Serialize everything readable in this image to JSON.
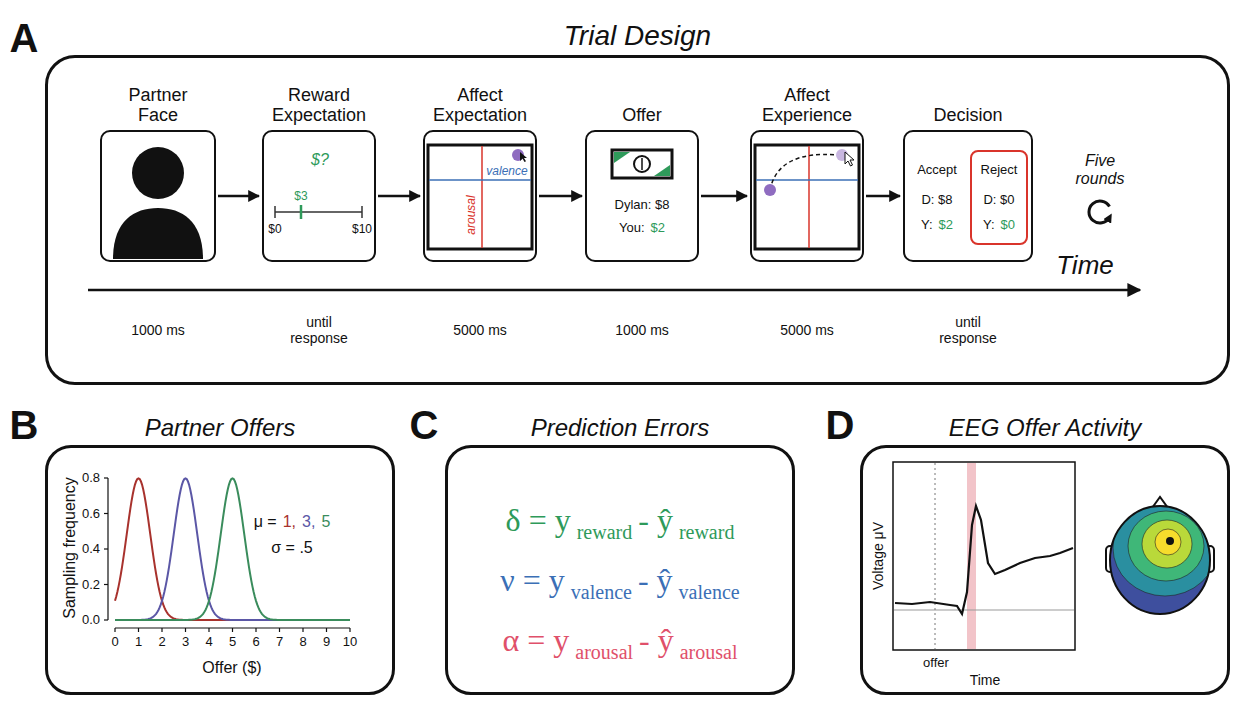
{
  "diagram": {
    "nodes": [
      {
        "text": [
          "Trial Design"
        ]
      },
      {
        "text": [
          "Partner Face"
        ],
        "in": 0
      },
      {
        "text": [
          "Reward Expectation",
          "$?",
          "$3",
          "$0",
          "$10"
        ],
        "in": 0
      },
      {
        "text": [
          "Affect Expectation",
          "valence",
          "arousal"
        ],
        "in": 0
      },
      {
        "text": [
          "Offer",
          "Dylan: $8",
          "You:",
          "$2"
        ],
        "in": 0
      },
      {
        "text": [
          "Affect Experience"
        ],
        "in": 0
      },
      {
        "text": [
          "Decision",
          "Accept",
          "D: $8",
          "Y:",
          "$2"
        ],
        "in": 0
      },
      {
        "text": [
          "Reject",
          "D: $0",
          "Y:",
          "$0"
        ],
        "in": 6
      },
      {
        "text": [
          "Partner Offers"
        ]
      },
      {
        "text": [
          "Prediction Errors"
        ]
      },
      {
        "text": [
          "EEG Offer Activity"
        ]
      }
    ],
    "edges": [
      {
        "from": 1,
        "to": 2,
        "arrow": "to"
      },
      {
        "from": 2,
        "to": 3,
        "arrow": "to"
      },
      {
        "from": 3,
        "to": 4,
        "arrow": "to"
      },
      {
        "from": 4,
        "to": 5,
        "arrow": "to"
      },
      {
        "from": 5,
        "to": 6,
        "arrow": "to"
      }
    ],
    "labels": [
      "A",
      "1000 ms",
      "until response",
      "5000 ms",
      "1000 ms",
      "5000 ms",
      "until response",
      "Time",
      "Five rounds",
      "B",
      "Sampling frequency",
      "Offer ($)",
      "0.0",
      "0.2",
      "0.4",
      "0.6",
      "0.8",
      "0",
      "1",
      "2",
      "3",
      "4",
      "5",
      "6",
      "7",
      "8",
      "9",
      "10",
      "μ =",
      "1,",
      "3,",
      "5",
      "σ = .5",
      "C",
      "δ = y",
      "reward",
      "- ŷ",
      "reward",
      "ν = y",
      "valence",
      "- ŷ",
      "valence",
      "α = y",
      "arousal",
      "- ŷ",
      "arousal",
      "D",
      "Voltage μV",
      "offer",
      "Time"
    ]
  }
}
